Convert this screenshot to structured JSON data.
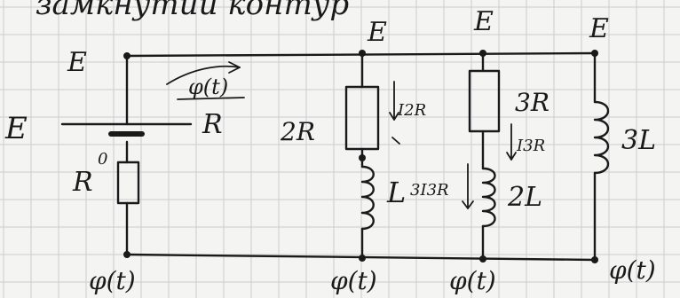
{
  "header_text": "замкнутий контур",
  "labels": {
    "node_top_left": "E",
    "node_top_mid": "E",
    "node_top_mid2": "E",
    "node_top_right": "E",
    "node_left": "E",
    "source_phi": "φ(t)",
    "source_R": "R",
    "small_R_zero": "0",
    "small_R": "R",
    "resistor_2R": "2R",
    "current_2R": "I2R",
    "inductor_L": "L",
    "current_3R_3R": "3I3R",
    "resistor_3R": "3R",
    "current_3R": "I3R",
    "inductor_2L": "2L",
    "inductor_3L": "3L",
    "node_bottom_1": "φ(t)",
    "node_bottom_2": "φ(t)",
    "node_bottom_3": "φ(t)",
    "node_bottom_4": "φ(t)"
  }
}
